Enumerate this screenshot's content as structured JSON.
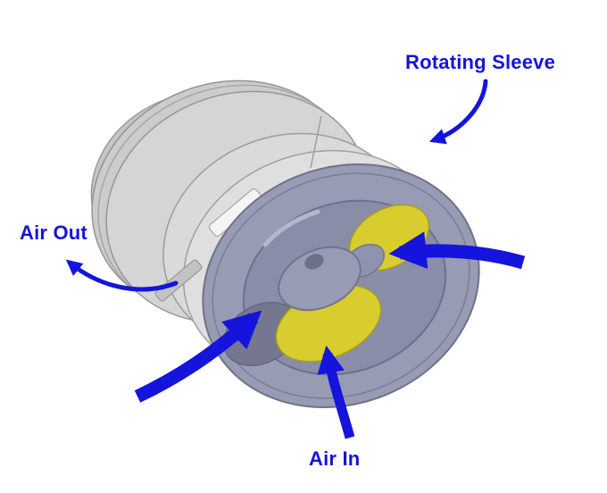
{
  "diagram": {
    "labels": {
      "rotating_sleeve": "Rotating Sleeve",
      "air_out": "Air Out",
      "air_in": "Air In"
    },
    "colors": {
      "annotation_blue": "#1414dc",
      "flange_gray": "#cccccc",
      "sleeve_gray": "#dadada",
      "face_blue_gray": "#989bb4",
      "recess_blue_gray": "#8a8da7",
      "interior_yellow": "#d8cc2e",
      "opening_shadow": "#74778f",
      "background": "#ffffff"
    }
  }
}
